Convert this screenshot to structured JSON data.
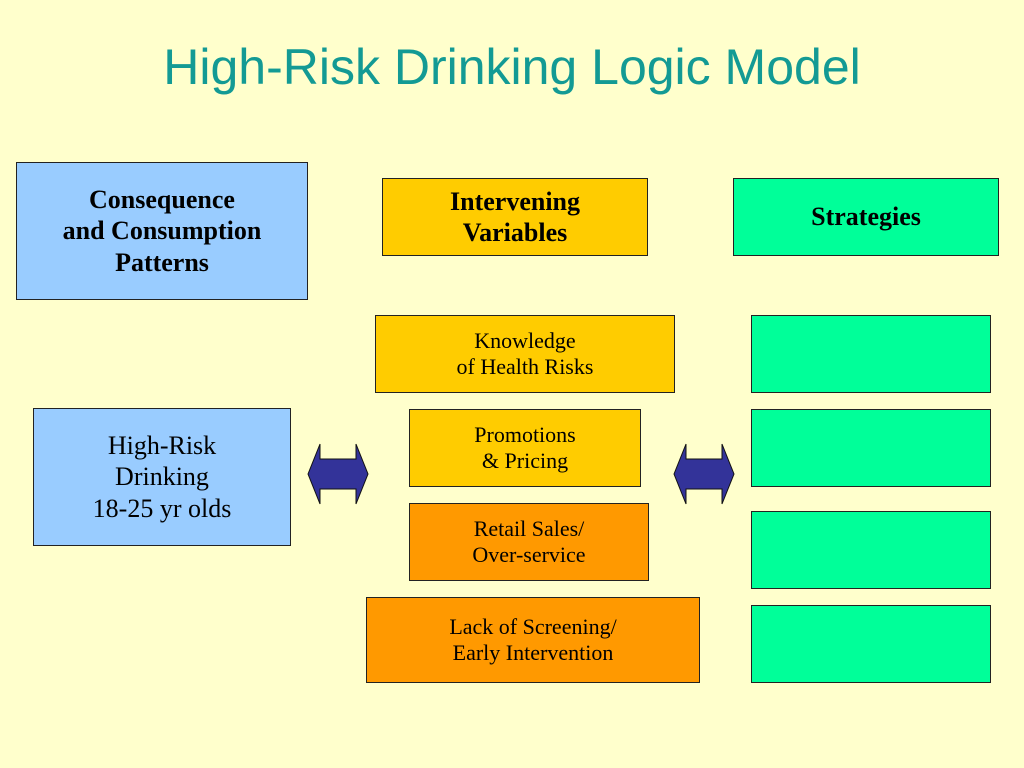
{
  "title": "High-Risk Drinking Logic Model",
  "headers": {
    "consequence": "Consequence\nand Consumption\nPatterns",
    "intervening": "Intervening\nVariables",
    "strategies": "Strategies"
  },
  "consequence_box": "High-Risk\nDrinking\n18-25 yr olds",
  "intervening_items": [
    "Knowledge\nof Health Risks",
    "Promotions\n& Pricing",
    "Retail Sales/\nOver-service",
    "Lack of Screening/\nEarly Intervention"
  ],
  "strategy_items": [
    "",
    "",
    "",
    ""
  ],
  "colors": {
    "background": "#ffffcc",
    "title": "#139a94",
    "blue_box": "#99ccff",
    "yellow_box": "#ffcc00",
    "orange_box": "#ff9900",
    "green_box": "#00ff99",
    "arrow": "#333399"
  },
  "icons": [
    "double-arrow-icon",
    "double-arrow-icon"
  ]
}
